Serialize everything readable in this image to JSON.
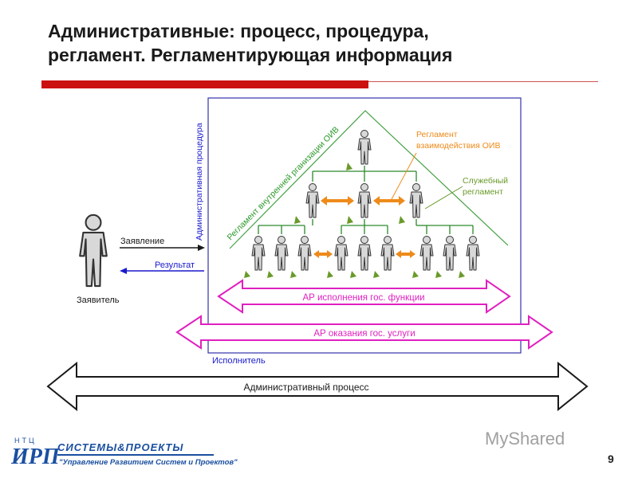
{
  "slide": {
    "title_line1": "Административные: процесс, процедура,",
    "title_line2": "регламент. Регламентирующая информация",
    "page_number": "9"
  },
  "diagram": {
    "vertical_label": "Административная процедура",
    "pyramid_label": "Регламент внутренней рганизации ОИВ",
    "interaction_reg_line1": "Регламент",
    "interaction_reg_line2": "взаимодействия ОИВ",
    "service_reg_line1": "Служебный",
    "service_reg_line2": "регламент",
    "applicant_label": "Заявитель",
    "statement_label": "Заявление",
    "result_label": "Результат",
    "function_arrow_label": "АР исполнения гос. функции",
    "service_arrow_label": "АР оказания гос. услуги",
    "executor_label": "Исполнитель",
    "process_arrow_label": "Административный процесс"
  },
  "colors": {
    "title_rule": "#cc1111",
    "frame": "#3333aa",
    "pyramid": "#339933",
    "orange": "#ee8a1a",
    "magenta": "#e020c0",
    "blue_result": "#1a1acc"
  },
  "footer": {
    "logo_ntc": "НТЦ",
    "logo_irp": "ИРП",
    "company_name": "СИСТЕМЫ&ПРОЕКТЫ",
    "company_tagline": "\"Управление Развитием Систем и Проектов\"",
    "watermark": "MyShared"
  }
}
